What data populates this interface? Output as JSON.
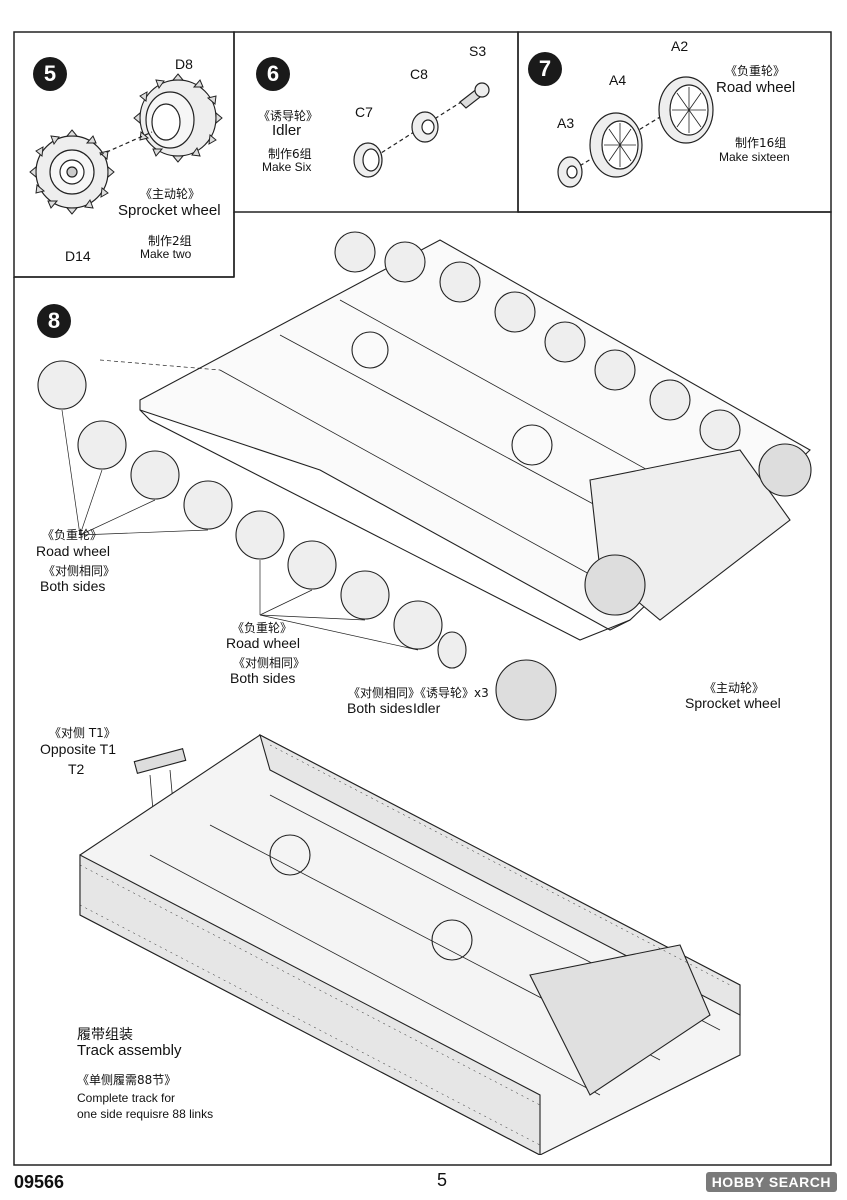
{
  "steps": {
    "s5": {
      "number": "5",
      "part_top": "D8",
      "part_bottom": "D14",
      "name_cn": "《主动轮》",
      "name_en": "Sprocket wheel",
      "qty_cn": "制作2组",
      "qty_en": "Make two"
    },
    "s6": {
      "number": "6",
      "name_cn": "《诱导轮》",
      "name_en": "Idler",
      "qty_cn": "制作6组",
      "qty_en": "Make Six",
      "part_c7": "C7",
      "part_c8": "C8",
      "part_s3": "S3"
    },
    "s7": {
      "number": "7",
      "part_a2": "A2",
      "part_a4": "A4",
      "part_a3": "A3",
      "name_cn": "《负重轮》",
      "name_en": "Road wheel",
      "qty_cn": "制作16组",
      "qty_en": "Make sixteen"
    },
    "s8": {
      "number": "8",
      "roadwheel1_cn": "《负重轮》",
      "roadwheel1_en": "Road wheel",
      "bothsides1_cn": "《对侧相同》",
      "bothsides1_en": "Both sides",
      "roadwheel2_cn": "《负重轮》",
      "roadwheel2_en": "Road wheel",
      "bothsides2_cn": "《对侧相同》",
      "bothsides2_en": "Both sides",
      "idler_label_cn": "《对侧相同》《诱导轮》x3",
      "idler_both_en": "Both sides",
      "idler_en": "Idler",
      "sprocket_cn": "《主动轮》",
      "sprocket_en": "Sprocket wheel"
    },
    "track": {
      "opposite_cn": "《对侧 T1》",
      "opposite_en": "Opposite T1",
      "t2": "T2",
      "title_cn": "履带组装",
      "title_en": "Track assembly",
      "note_cn": "《单侧履需88节》",
      "note_en_1": "Complete track for",
      "note_en_2": "one side requisre 88 links"
    }
  },
  "footer": {
    "code": "09566",
    "page": "5",
    "watermark": "HOBBY SEARCH"
  }
}
